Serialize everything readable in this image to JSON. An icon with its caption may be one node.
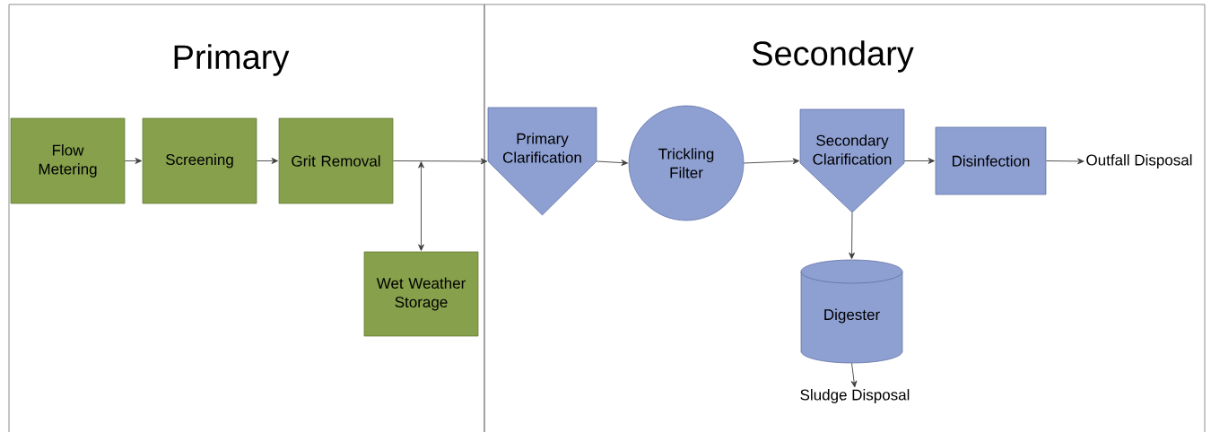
{
  "diagram": {
    "nodes": [
      {
        "text": [
          "Primary"
        ]
      },
      {
        "text": [
          "Flow Metering"
        ],
        "in": 0
      },
      {
        "text": [
          "Screening"
        ],
        "in": 0
      },
      {
        "text": [
          "Grit Removal"
        ],
        "in": 0
      },
      {
        "text": [
          "Wet Weather Storage"
        ],
        "in": 0
      },
      {
        "text": [
          "Secondary"
        ]
      },
      {
        "text": [
          "Primary Clarification"
        ],
        "in": 5
      },
      {
        "text": [
          "Trickling Filter"
        ],
        "in": 5
      },
      {
        "text": [
          "Secondary Clarification"
        ],
        "in": 5
      },
      {
        "text": [
          "Disinfection"
        ],
        "in": 5
      },
      {
        "text": [
          "Outfall Disposal"
        ],
        "in": 5
      },
      {
        "text": [
          "Digester"
        ],
        "in": 5
      },
      {
        "text": [
          "Sludge Disposal"
        ],
        "in": 5
      }
    ],
    "edges": [
      {
        "from": 1,
        "to": 2,
        "arrow": "to"
      },
      {
        "from": 2,
        "to": 3,
        "arrow": "to"
      },
      {
        "from": 3,
        "to": 6,
        "arrow": "to"
      },
      {
        "from": 3,
        "to": 4,
        "arrow": "both"
      },
      {
        "from": 6,
        "to": 7,
        "arrow": "to"
      },
      {
        "from": 7,
        "to": 8,
        "arrow": "to"
      },
      {
        "from": 8,
        "to": 9,
        "arrow": "to"
      },
      {
        "from": 9,
        "to": 10,
        "arrow": "to"
      },
      {
        "from": 8,
        "to": 11,
        "arrow": "to"
      },
      {
        "from": 11,
        "to": 12,
        "arrow": "to"
      }
    ]
  }
}
